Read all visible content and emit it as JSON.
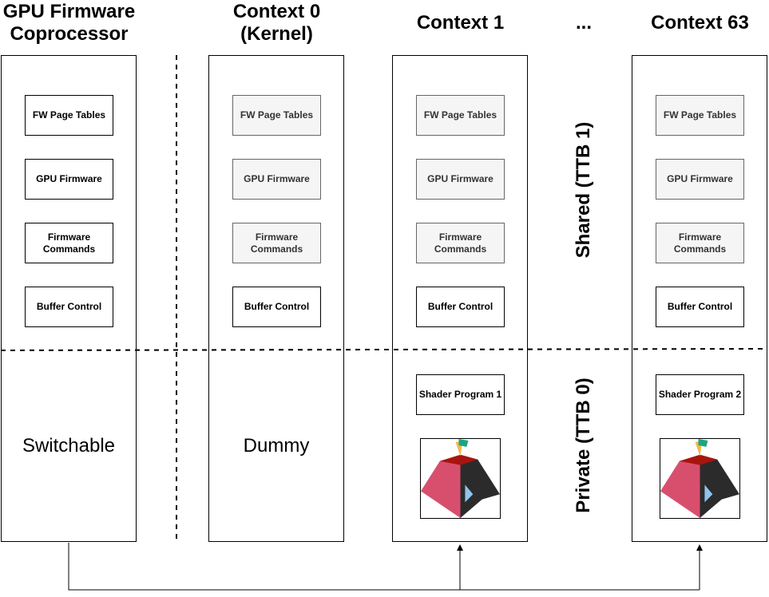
{
  "headers": {
    "fw_coprocessor": "GPU Firmware\nCoprocessor",
    "context0": "Context 0\n(Kernel)",
    "context1": "Context 1",
    "ellipsis": "...",
    "context63": "Context 63"
  },
  "labels": {
    "fw_page_tables": "FW Page Tables",
    "gpu_firmware": "GPU Firmware",
    "firmware_commands": "Firmware Commands",
    "buffer_control": "Buffer Control",
    "shader_program_1": "Shader Program 1",
    "shader_program_2": "Shader Program 2",
    "switchable": "Switchable",
    "dummy": "Dummy",
    "shared": "Shared (TTB 1)",
    "private": "Private (TTB 0)"
  },
  "colors": {
    "box_shared_fill": "#f5f5f5",
    "box_shared_border": "#666666",
    "logo_pink": "#d84f6e",
    "logo_dark": "#2b2b2b",
    "logo_red": "#a8150e",
    "logo_blue": "#8ec5f0",
    "logo_orange": "#f2b84b",
    "logo_green": "#1aa680"
  },
  "icons": {
    "logo": "asahi-linux-logo-icon"
  }
}
